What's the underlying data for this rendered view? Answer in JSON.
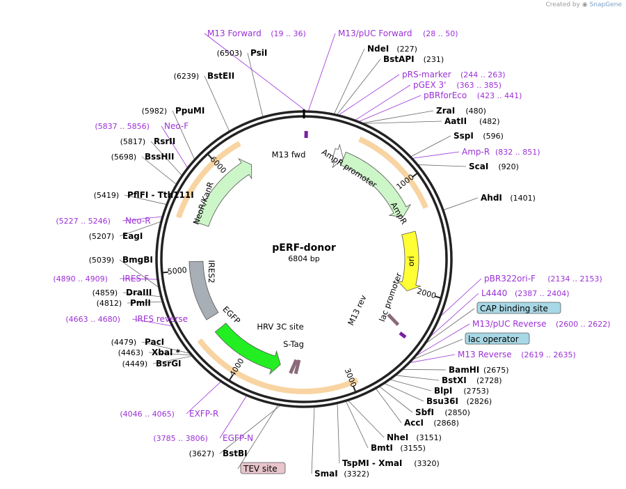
{
  "credit": {
    "prefix": "Created by",
    "brand": "SnapGene"
  },
  "plasmid": {
    "name": "pERF-donor",
    "size_label": "6804 bp",
    "length": 6804
  },
  "colors": {
    "enzyme": "#000000",
    "primer": "#9b30d6",
    "ampr": "#ccf5c8",
    "neo": "#ccf5c8",
    "ori": "#ffff33",
    "egfp": "#22ee22",
    "ires": "#a7aeb5",
    "promoter": "#ffffff",
    "orf_highlight": "#f5c27a",
    "orf_arrow": "#c98a22",
    "feature_box_blue": "#a8d8e6",
    "feature_box_pink": "#e8c4cc"
  },
  "ruler": [
    {
      "pos": 1000,
      "label": "1000"
    },
    {
      "pos": 2000,
      "label": "2000"
    },
    {
      "pos": 3000,
      "label": "3000"
    },
    {
      "pos": 4000,
      "label": "4000"
    },
    {
      "pos": 5000,
      "label": "5000"
    },
    {
      "pos": 6000,
      "label": "6000"
    }
  ],
  "labels": [
    {
      "name": "M13 Forward",
      "coord": "(19 .. 36)",
      "kind": "primer"
    },
    {
      "name": "M13/pUC Forward",
      "coord": "(28 .. 50)",
      "kind": "primer"
    },
    {
      "name": "NdeI",
      "coord": "(227)",
      "kind": "enzyme"
    },
    {
      "name": "BstAPI",
      "coord": "(231)",
      "kind": "enzyme"
    },
    {
      "name": "pRS-marker",
      "coord": "(244 .. 263)",
      "kind": "primer"
    },
    {
      "name": "pGEX 3'",
      "coord": "(363 .. 385)",
      "kind": "primer"
    },
    {
      "name": "pBRforEco",
      "coord": "(423 .. 441)",
      "kind": "primer"
    },
    {
      "name": "ZraI",
      "coord": "(480)",
      "kind": "enzyme"
    },
    {
      "name": "AatII",
      "coord": "(482)",
      "kind": "enzyme"
    },
    {
      "name": "SspI",
      "coord": "(596)",
      "kind": "enzyme"
    },
    {
      "name": "Amp-R",
      "coord": "(832 .. 851)",
      "kind": "primer"
    },
    {
      "name": "ScaI",
      "coord": "(920)",
      "kind": "enzyme"
    },
    {
      "name": "AhdI",
      "coord": "(1401)",
      "kind": "enzyme"
    },
    {
      "name": "pBR322ori-F",
      "coord": "(2134 .. 2153)",
      "kind": "primer"
    },
    {
      "name": "L4440",
      "coord": "(2387 .. 2404)",
      "kind": "primer"
    },
    {
      "name": "CAP binding site",
      "coord": "",
      "kind": "box-blue"
    },
    {
      "name": "M13/pUC Reverse",
      "coord": "(2600 .. 2622)",
      "kind": "primer"
    },
    {
      "name": "lac operator",
      "coord": "",
      "kind": "box-blue"
    },
    {
      "name": "M13 Reverse",
      "coord": "(2619 .. 2635)",
      "kind": "primer"
    },
    {
      "name": "BamHI",
      "coord": "(2675)",
      "kind": "enzyme"
    },
    {
      "name": "BstXI",
      "coord": "(2728)",
      "kind": "enzyme"
    },
    {
      "name": "BlpI",
      "coord": "(2753)",
      "kind": "enzyme"
    },
    {
      "name": "Bsu36I",
      "coord": "(2826)",
      "kind": "enzyme"
    },
    {
      "name": "SbfI",
      "coord": "(2850)",
      "kind": "enzyme"
    },
    {
      "name": "AccI",
      "coord": "(2868)",
      "kind": "enzyme"
    },
    {
      "name": "NheI",
      "coord": "(3151)",
      "kind": "enzyme"
    },
    {
      "name": "BmtI",
      "coord": "(3155)",
      "kind": "enzyme"
    },
    {
      "name": "TspMI - XmaI",
      "coord": "(3320)",
      "kind": "enzyme"
    },
    {
      "name": "SmaI",
      "coord": "(3322)",
      "kind": "enzyme"
    },
    {
      "name": "TEV site",
      "coord": "",
      "kind": "box-pink"
    },
    {
      "name": "BstBI",
      "coord": "(3627)",
      "kind": "enzyme"
    },
    {
      "name": "EGFP-N",
      "coord": "(3785 .. 3806)",
      "kind": "primer"
    },
    {
      "name": "EXFP-R",
      "coord": "(4046 .. 4065)",
      "kind": "primer"
    },
    {
      "name": "BsrGI",
      "coord": "(4449)",
      "kind": "enzyme"
    },
    {
      "name": "XbaI *",
      "coord": "(4463)",
      "kind": "enzyme"
    },
    {
      "name": "PacI",
      "coord": "(4479)",
      "kind": "enzyme"
    },
    {
      "name": "IRES reverse",
      "coord": "(4663 .. 4680)",
      "kind": "primer"
    },
    {
      "name": "PmlI",
      "coord": "(4812)",
      "kind": "enzyme"
    },
    {
      "name": "DraIII",
      "coord": "(4859)",
      "kind": "enzyme"
    },
    {
      "name": "IRES-F",
      "coord": "(4890 .. 4909)",
      "kind": "primer"
    },
    {
      "name": "BmgBI",
      "coord": "(5039)",
      "kind": "enzyme"
    },
    {
      "name": "EagI",
      "coord": "(5207)",
      "kind": "enzyme"
    },
    {
      "name": "Neo-R",
      "coord": "(5227 .. 5246)",
      "kind": "primer"
    },
    {
      "name": "PflFI - Tth111I",
      "coord": "(5419)",
      "kind": "enzyme"
    },
    {
      "name": "BssHII",
      "coord": "(5698)",
      "kind": "enzyme"
    },
    {
      "name": "RsrII",
      "coord": "(5817)",
      "kind": "enzyme"
    },
    {
      "name": "Neo-F",
      "coord": "(5837 .. 5856)",
      "kind": "primer"
    },
    {
      "name": "PpuMI",
      "coord": "(5982)",
      "kind": "enzyme"
    },
    {
      "name": "BstEII",
      "coord": "(6239)",
      "kind": "enzyme"
    },
    {
      "name": "PsiI",
      "coord": "(6503)",
      "kind": "enzyme"
    }
  ],
  "features": [
    {
      "name": "M13 fwd",
      "start": 19,
      "end": 36,
      "kind": "primer-bar"
    },
    {
      "name": "AmpR promoter",
      "start": 300,
      "end": 404,
      "kind": "promoter"
    },
    {
      "name": "AmpR",
      "start": 405,
      "end": 1265,
      "kind": "ampr"
    },
    {
      "name": "ori",
      "start": 1436,
      "end": 2024,
      "kind": "ori"
    },
    {
      "name": "lac promoter",
      "start": 2330,
      "end": 2360,
      "kind": "small"
    },
    {
      "name": "M13 rev",
      "start": 2410,
      "end": 2430,
      "kind": "primer-bar"
    },
    {
      "name": "HRV 3C site",
      "start": 3455,
      "end": 3480,
      "kind": "small"
    },
    {
      "name": "S-Tag",
      "start": 3485,
      "end": 3530,
      "kind": "small"
    },
    {
      "name": "EGFP",
      "start": 3640,
      "end": 4360,
      "kind": "egfp"
    },
    {
      "name": "IRES2",
      "start": 4500,
      "end": 5080,
      "kind": "ires"
    },
    {
      "name": "NeoR/KanR",
      "start": 5460,
      "end": 6255,
      "kind": "neo"
    }
  ]
}
